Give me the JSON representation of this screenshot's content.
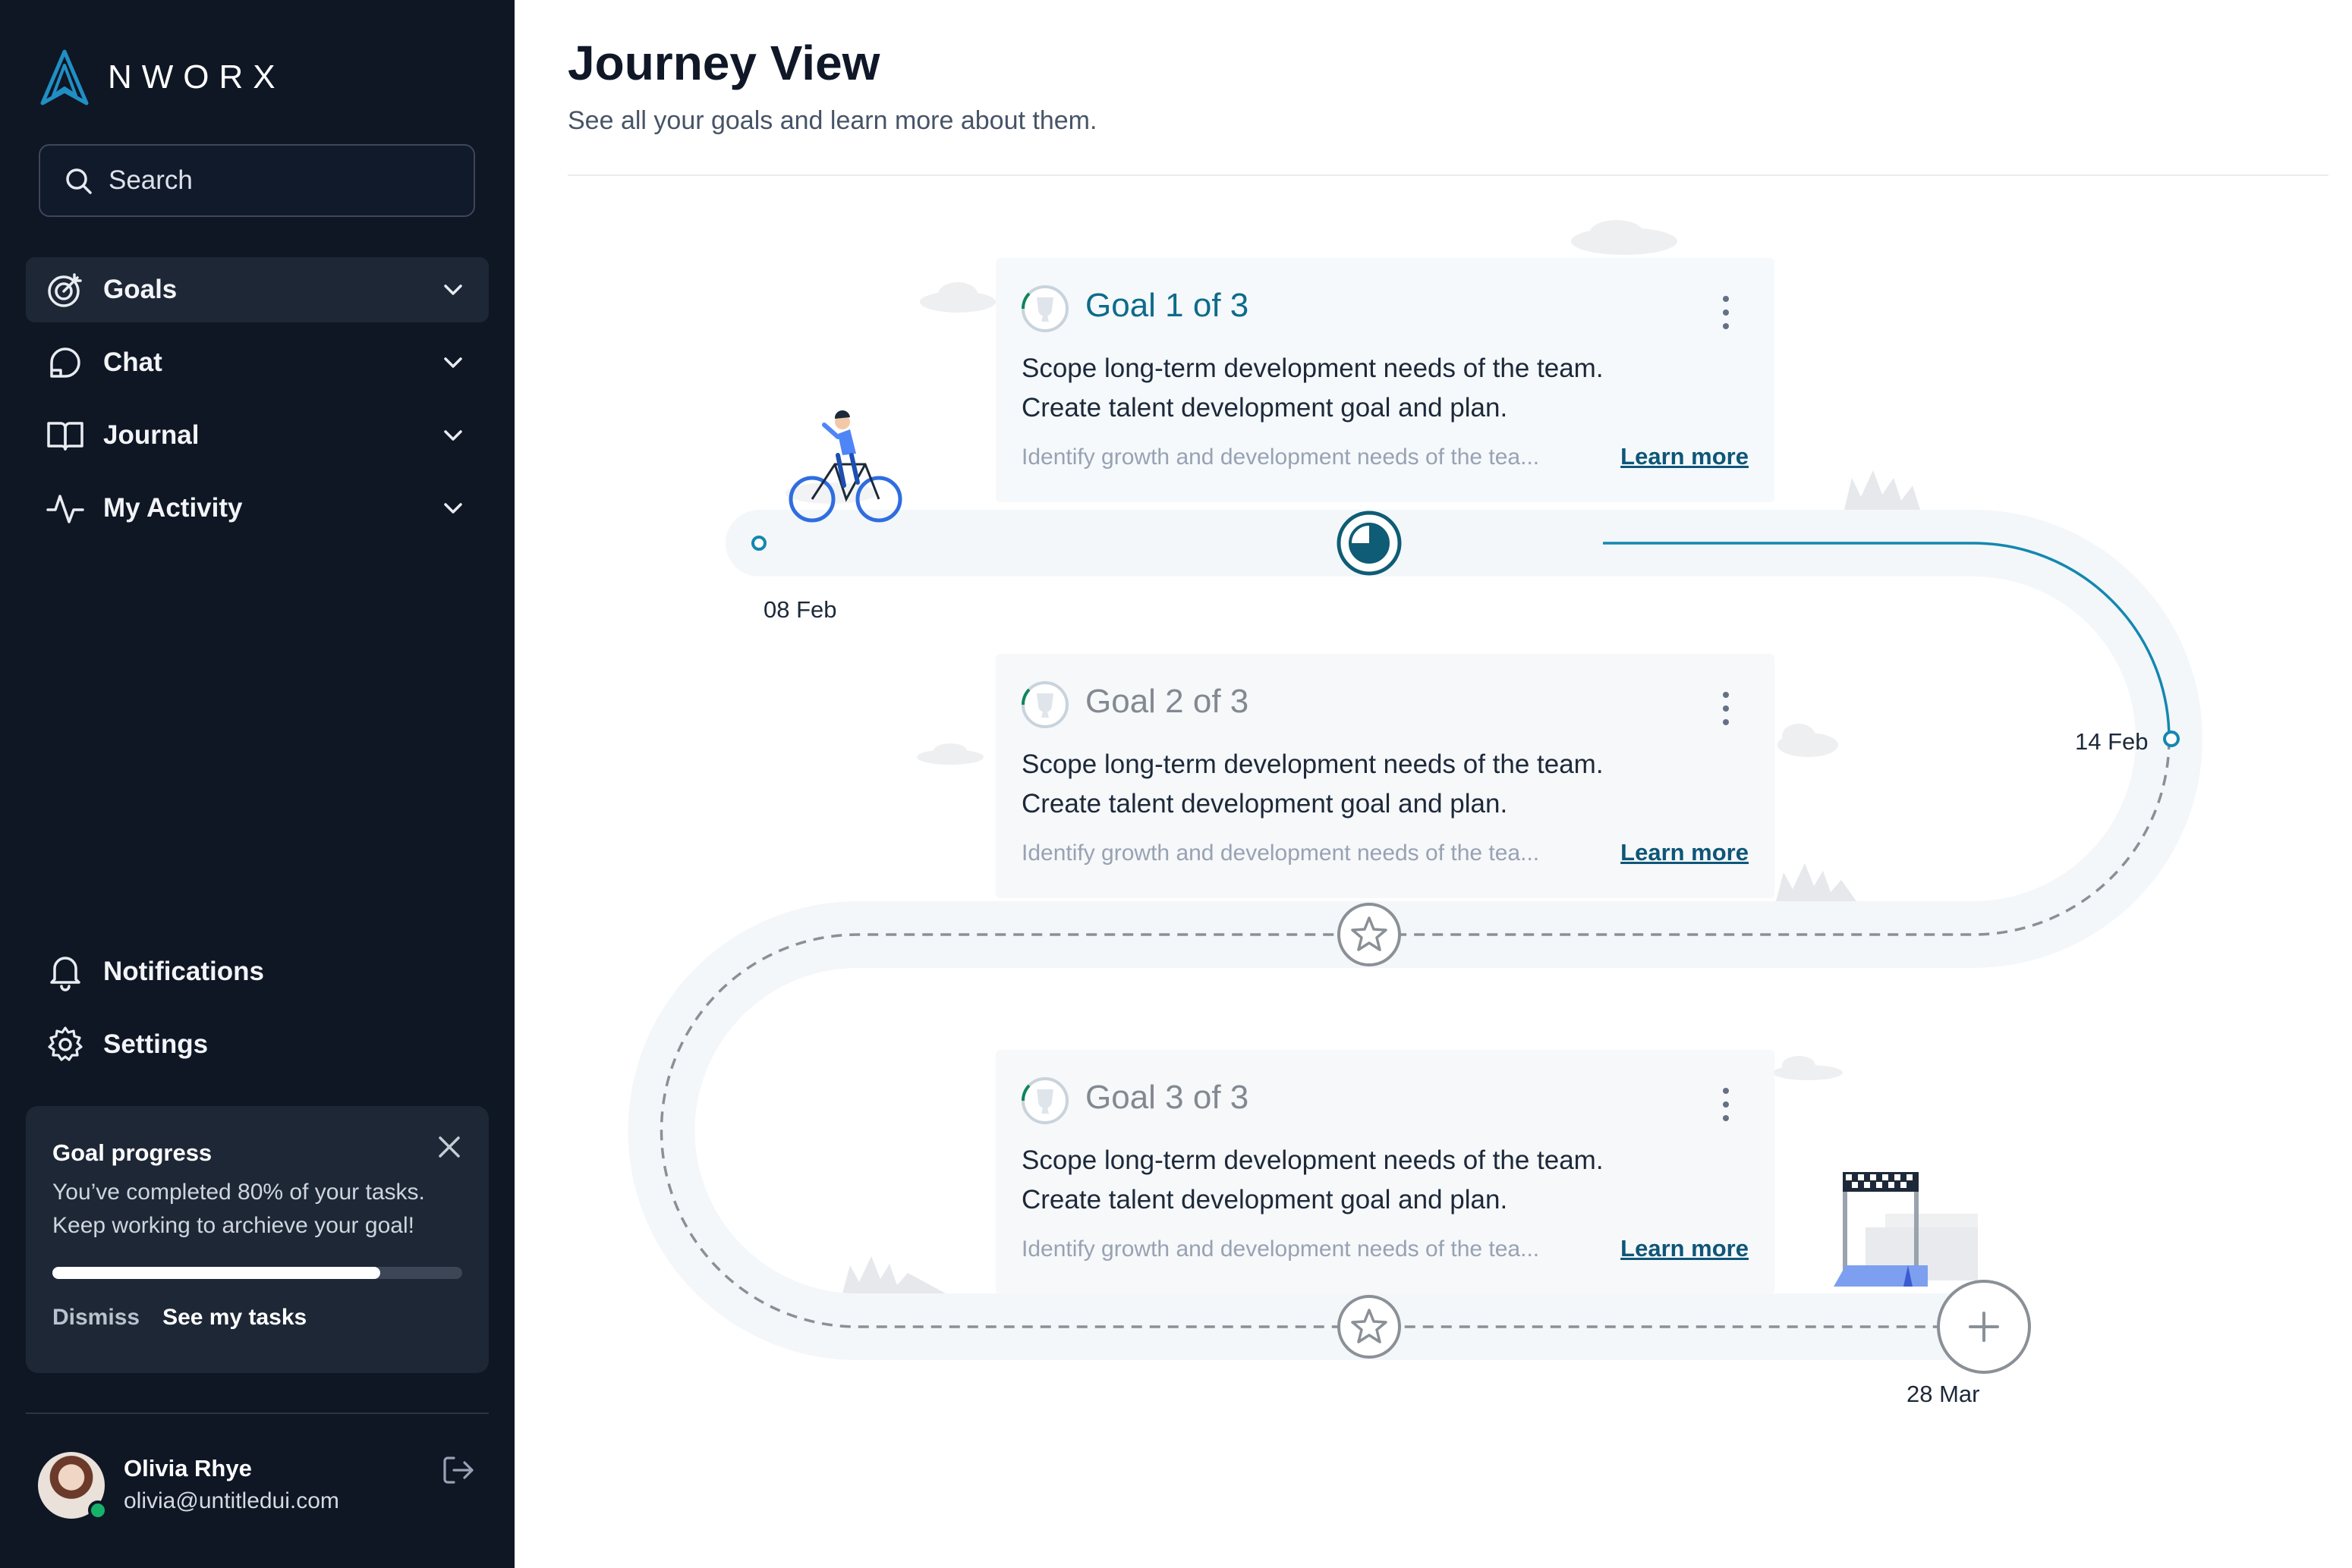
{
  "brand": {
    "name": "NWORX"
  },
  "search": {
    "placeholder": "Search"
  },
  "nav": {
    "items": [
      {
        "label": "Goals",
        "icon": "target-icon"
      },
      {
        "label": "Chat",
        "icon": "chat-icon"
      },
      {
        "label": "Journal",
        "icon": "book-icon"
      },
      {
        "label": "My Activity",
        "icon": "activity-icon"
      }
    ],
    "bottom": [
      {
        "label": "Notifications",
        "icon": "bell-icon"
      },
      {
        "label": "Settings",
        "icon": "gear-icon"
      }
    ]
  },
  "goal_progress": {
    "title": "Goal progress",
    "line1": "You’ve completed 80% of your tasks.",
    "line2": "Keep working to archieve your goal!",
    "progress": 0.8,
    "dismiss": "Dismiss",
    "see_tasks": "See my tasks"
  },
  "user": {
    "name": "Olivia Rhye",
    "email": "olivia@untitledui.com"
  },
  "page": {
    "title": "Journey View",
    "subtitle": "See all your goals and learn more about them."
  },
  "goals": [
    {
      "title": "Goal 1 of 3",
      "line1": "Scope long-term development needs of the team.",
      "line2": "Create talent development goal and plan.",
      "summary": "Identify growth and development needs of the tea...",
      "link": "Learn more"
    },
    {
      "title": "Goal 2 of 3",
      "line1": "Scope long-term development needs of the team.",
      "line2": "Create talent development goal and plan.",
      "summary": "Identify growth and development needs of the tea...",
      "link": "Learn more"
    },
    {
      "title": "Goal 3 of 3",
      "line1": "Scope long-term development needs of the team.",
      "line2": "Create talent development goal and plan.",
      "summary": "Identify growth and development needs of the tea...",
      "link": "Learn more"
    }
  ],
  "dates": {
    "start": "08 Feb",
    "mid": "14 Feb",
    "end": "28 Mar"
  },
  "colors": {
    "sidebar": "#0f1624",
    "accent": "#0e6b8a",
    "road": "#f3f7fa",
    "track": "#1487b0"
  }
}
